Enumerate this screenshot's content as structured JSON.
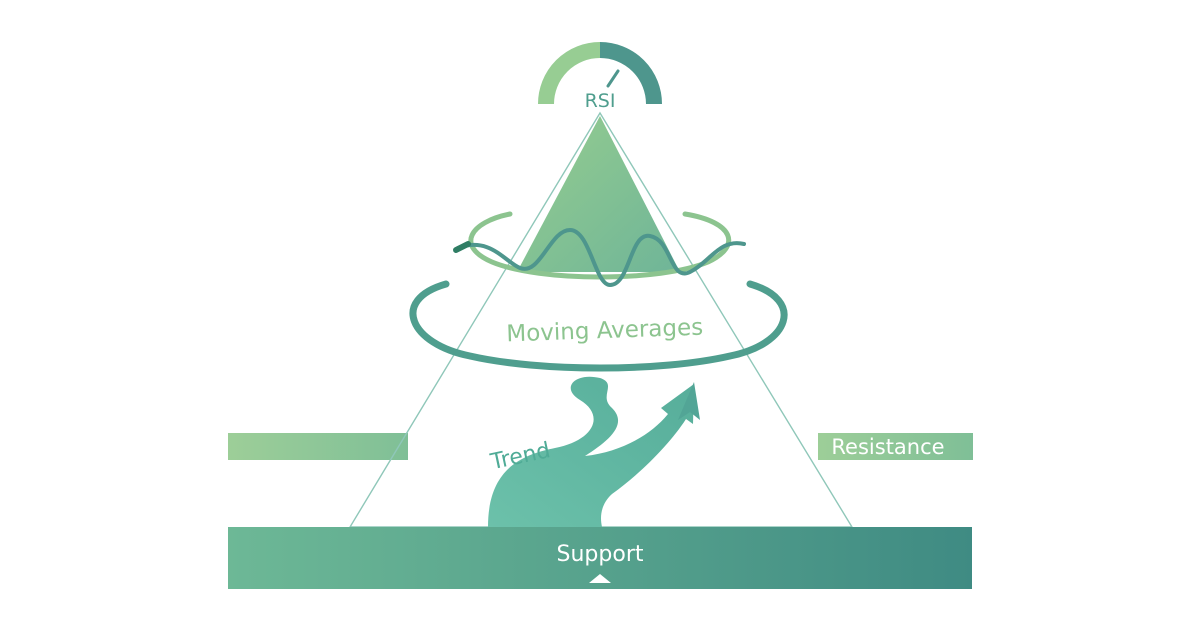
{
  "diagram": {
    "labels": {
      "rsi": "RSI",
      "moving_averages": "Moving Averages",
      "trend": "Trend",
      "resistance": "Resistance",
      "support": "Support"
    },
    "colors": {
      "light_green": "#97cd93",
      "mid_green": "#74b996",
      "teal": "#4e968d",
      "trend_teal": "#67bba8",
      "dark_teal": "#3f8b83"
    },
    "icons": {
      "rsi_gauge": "gauge-icon",
      "trend_arrow": "up-arrow-icon",
      "support_marker": "triangle-up-icon"
    }
  }
}
